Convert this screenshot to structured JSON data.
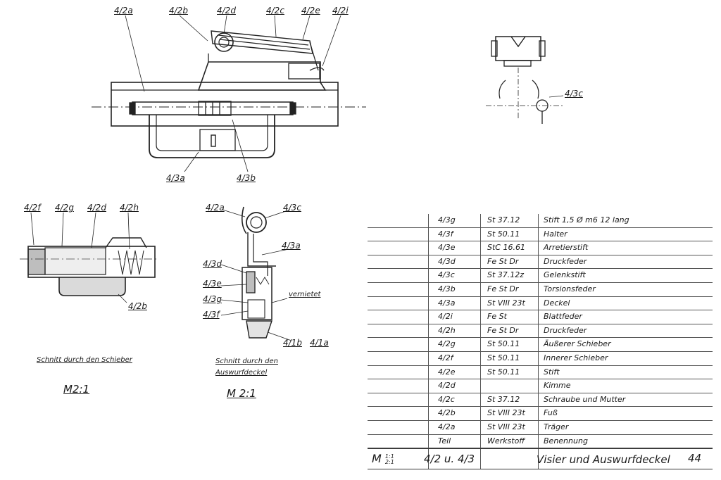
{
  "top_view": {
    "labels": [
      "4/2a",
      "4/2b",
      "4/2d",
      "4/2c",
      "4/2e",
      "4/2i"
    ],
    "bottom_labels": [
      "4/3a",
      "4/3b"
    ]
  },
  "detail_top_right": {
    "label": "4/3c"
  },
  "schieber_section": {
    "labels": [
      "4/2f",
      "4/2g",
      "4/2d",
      "4/2h",
      "4/2b"
    ],
    "caption": "Schnitt durch den Schieber",
    "scale": "M2:1"
  },
  "deckel_section": {
    "labels": [
      "4/2a",
      "4/3c",
      "4/3a",
      "4/3d",
      "4/3e",
      "4/3g",
      "4/3f",
      "4/1b",
      "4/1a"
    ],
    "rivet_note": "vernietet",
    "caption_line1": "Schnitt durch den",
    "caption_line2": "Auswurfdeckel",
    "scale": "M 2:1"
  },
  "parts_table": {
    "rows": [
      {
        "teil": "4/3g",
        "werkstoff": "St 37.12",
        "benennung": "Stift 1,5 Ø m6 12 lang"
      },
      {
        "teil": "4/3f",
        "werkstoff": "St 50.11",
        "benennung": "Halter"
      },
      {
        "teil": "4/3e",
        "werkstoff": "StC 16.61",
        "benennung": "Arretierstift"
      },
      {
        "teil": "4/3d",
        "werkstoff": "Fe St Dr",
        "benennung": "Druckfeder"
      },
      {
        "teil": "4/3c",
        "werkstoff": "St 37.12z",
        "benennung": "Gelenkstift"
      },
      {
        "teil": "4/3b",
        "werkstoff": "Fe St Dr",
        "benennung": "Torsionsfeder"
      },
      {
        "teil": "4/3a",
        "werkstoff": "St VIII 23t",
        "benennung": "Deckel"
      },
      {
        "teil": "4/2i",
        "werkstoff": "Fe St",
        "benennung": "Blattfeder"
      },
      {
        "teil": "4/2h",
        "werkstoff": "Fe St Dr",
        "benennung": "Druckfeder"
      },
      {
        "teil": "4/2g",
        "werkstoff": "St 50.11",
        "benennung": "Äußerer Schieber"
      },
      {
        "teil": "4/2f",
        "werkstoff": "St 50.11",
        "benennung": "Innerer Schieber"
      },
      {
        "teil": "4/2e",
        "werkstoff": "St 50.11",
        "benennung": "Stift"
      },
      {
        "teil": "4/2d",
        "werkstoff": "",
        "benennung": "Kimme"
      },
      {
        "teil": "4/2c",
        "werkstoff": "St 37.12",
        "benennung": "Schraube und Mutter"
      },
      {
        "teil": "4/2b",
        "werkstoff": "St VIII 23t",
        "benennung": "Fuß"
      },
      {
        "teil": "4/2a",
        "werkstoff": "St VIII 23t",
        "benennung": "Träger"
      }
    ],
    "header": {
      "teil": "Teil",
      "werkstoff": "Werkstoff",
      "benennung": "Benennung"
    },
    "title_block": {
      "scale_prefix": "M",
      "scale_top": "1:1",
      "scale_bottom": "2:1",
      "part_no": "4/2 u. 4/3",
      "title": "Visier und Auswurfdeckel",
      "sheet": "44"
    }
  }
}
